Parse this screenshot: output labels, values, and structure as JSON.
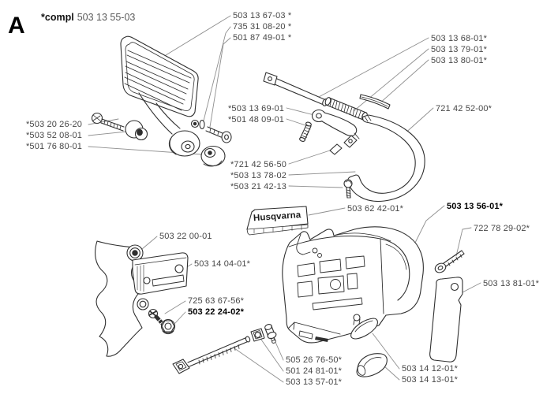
{
  "header": {
    "section_letter": "A",
    "compl_prefix": "*compl",
    "compl_number": "503 13 55-03"
  },
  "logo_plate": {
    "text": "Husqvarna"
  },
  "labels": [
    "503 13 67-03 *",
    "735 31 08-20 *",
    "501 87 49-01 *",
    "503 13 68-01*",
    "503 13 79-01*",
    "503 13 80-01*",
    "721 42 52-00*",
    "*503 13 69-01",
    "*501 48 09-01",
    "*503 20 26-20",
    "*503 52 08-01",
    "*501 76 80-01",
    "*721 42 56-50",
    "*503 13 78-02",
    "*503 21 42-13",
    "503 62 42-01*",
    "503 13 56-01*",
    "722 78 29-02*",
    "503 22 00-01",
    "503 14 04-01*",
    "503 13 81-01*",
    "725 63 67-56*",
    "503 22 24-02*",
    "505 26 76-50*",
    "501 24 81-01*",
    "503 13 57-01*",
    "503 14 12-01*",
    "503 14 13-01*"
  ],
  "colors": {
    "drawing_line": "#2f2f2f",
    "leader_line": "#8f8f8f",
    "label_text": "#474747",
    "label_text_bold": "#000000",
    "background": "#ffffff"
  }
}
